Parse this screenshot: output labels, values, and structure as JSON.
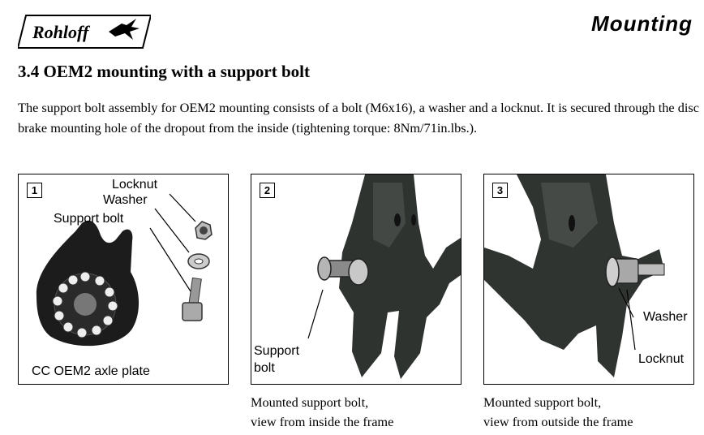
{
  "header": {
    "logo_text": "Rohloff",
    "section": "Mounting"
  },
  "heading": "3.4 OEM2 mounting with a support bolt",
  "intro": "The support bolt assembly for OEM2 mounting consists of a bolt (M6x16), a washer and a locknut. It is secured through the disc brake mounting  hole of the dropout from the inside (tightening torque: 8Nm/71in.lbs.).",
  "figures": [
    {
      "number": "1",
      "labels": {
        "locknut": "Locknut",
        "washer": "Washer",
        "support_bolt": "Support bolt",
        "axle_plate": "CC OEM2 axle plate"
      }
    },
    {
      "number": "2",
      "labels": {
        "support": "Support",
        "bolt": "bolt"
      },
      "caption_line1": "Mounted support bolt,",
      "caption_line2": "view from inside the frame"
    },
    {
      "number": "3",
      "labels": {
        "washer": "Washer",
        "locknut": "Locknut"
      },
      "caption_line1": "Mounted support bolt,",
      "caption_line2": "view from outside the frame"
    }
  ]
}
